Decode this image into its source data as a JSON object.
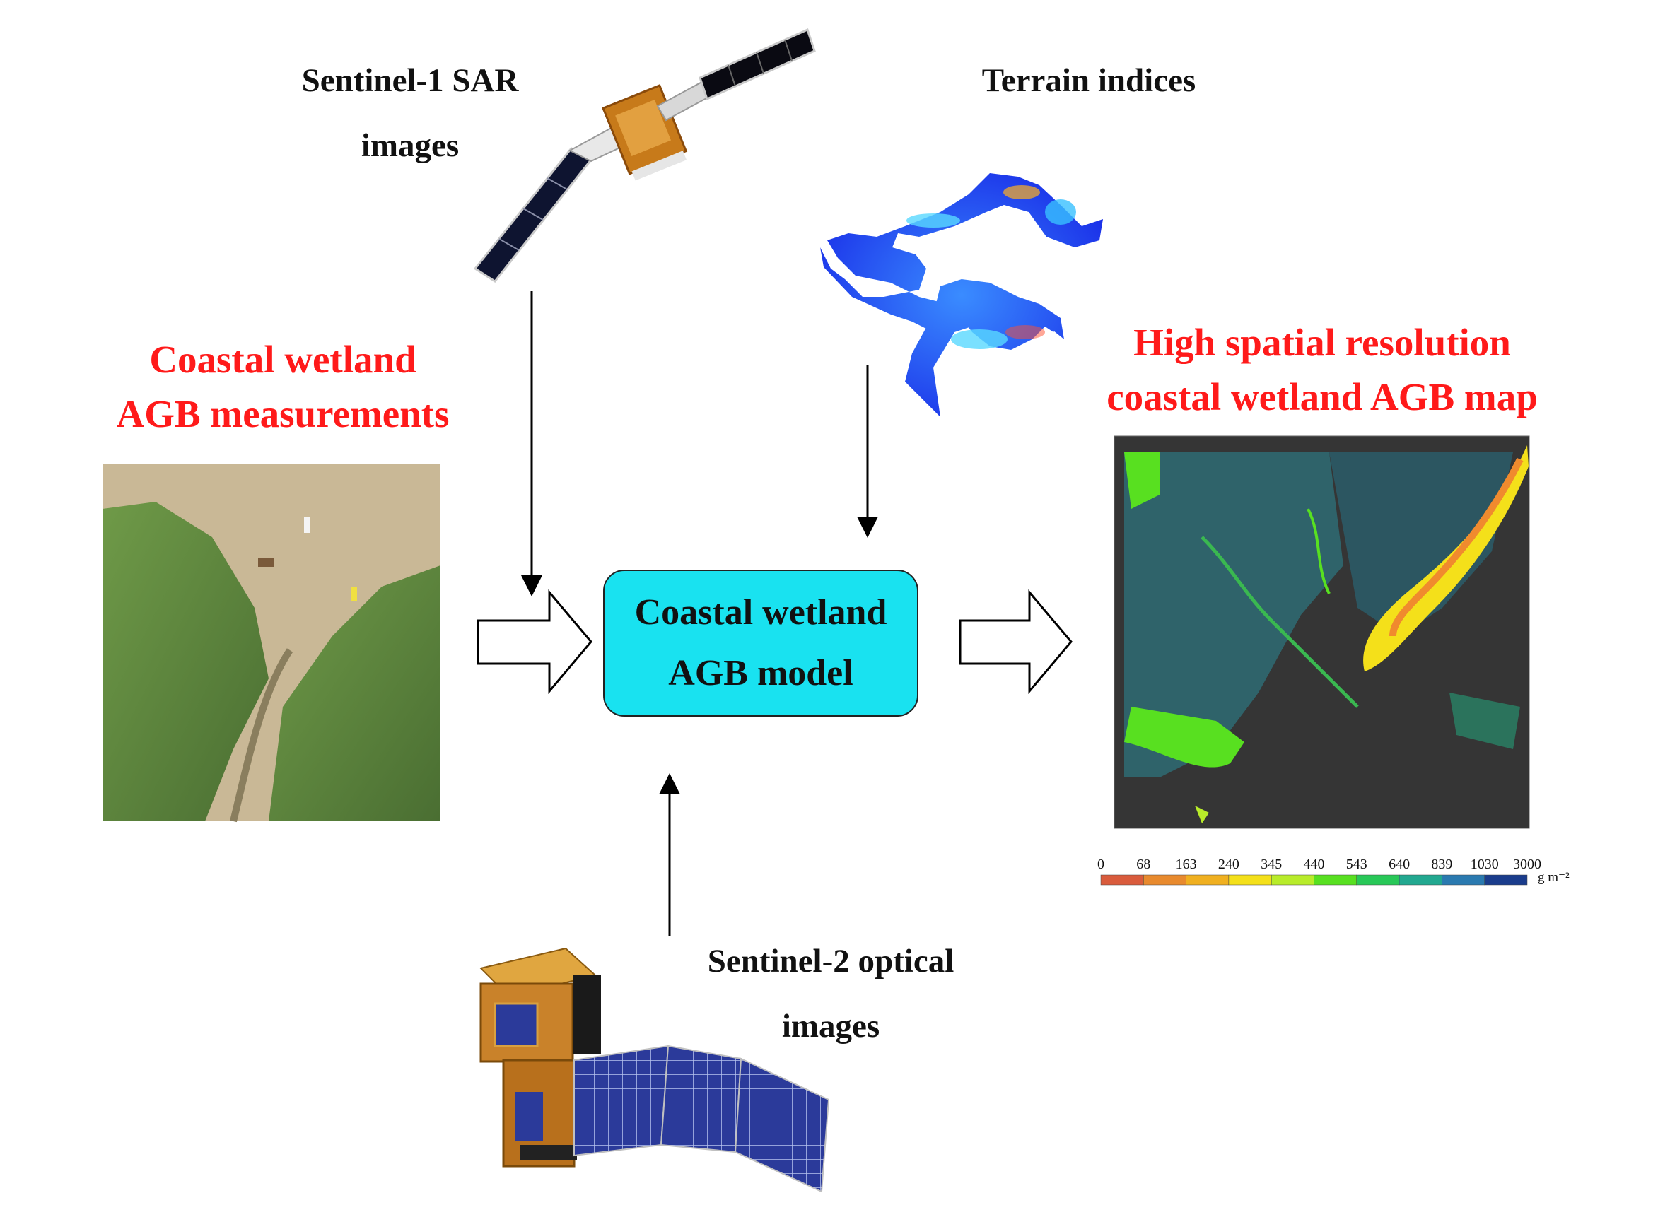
{
  "labels": {
    "sar_line1": "Sentinel-1 SAR",
    "sar_line2": "images",
    "terrain": "Terrain indices",
    "measure_line1": "Coastal wetland",
    "measure_line2": "AGB measurements",
    "map_line1": "High spatial resolution",
    "map_line2": "coastal wetland AGB map",
    "optical_line1": "Sentinel-2 optical",
    "optical_line2": "images"
  },
  "model": {
    "line1": "Coastal wetland",
    "line2": "AGB model"
  },
  "legend": {
    "ticks": [
      "0",
      "68",
      "163",
      "240",
      "345",
      "440",
      "543",
      "640",
      "839",
      "1030",
      "3000"
    ],
    "unit": "g m⁻²",
    "colors": [
      "#d95b3c",
      "#e88a2e",
      "#f0b020",
      "#f4e01a",
      "#b8ec2a",
      "#58e020",
      "#28c858",
      "#22a890",
      "#2a7ab0",
      "#1a3c8c"
    ]
  },
  "colors": {
    "red_label": "#ff1a1a",
    "model_fill": "#19e2f0",
    "map_bg": "#353535"
  }
}
